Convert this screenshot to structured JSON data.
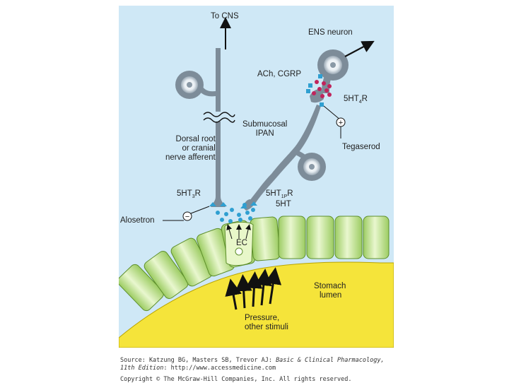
{
  "diagram": {
    "labels": {
      "to_cns": "To CNS",
      "ens_neuron": "ENS neuron",
      "ach_cgrp": "ACh, CGRP",
      "r_5ht4": [
        "5HT",
        "4",
        "R"
      ],
      "tegaserod": "Tegaserod",
      "submucosal_ipan": [
        "Submucosal",
        "IPAN"
      ],
      "dorsal_root": [
        "Dorsal root",
        "or cranial",
        "nerve afferent"
      ],
      "r_5ht3": [
        "5HT",
        "3",
        "R"
      ],
      "r_5ht1p": [
        "5HT",
        "1P",
        "R"
      ],
      "ht5": "5HT",
      "alosetron": "Alosetron",
      "ec": "EC",
      "stomach_lumen": [
        "Stomach",
        "lumen"
      ],
      "pressure": [
        "Pressure,",
        "other stimuli"
      ]
    },
    "symbols": {
      "agonist": "+",
      "antagonist": "−"
    },
    "colors": {
      "background": "#cfe8f6",
      "neuron": "#7d8c99",
      "lumen": "#f5e43a",
      "epithelium": "#bfe28a",
      "serotonin_dots": "#2f9fd1",
      "ach_dots": "#c0245c"
    }
  },
  "caption": {
    "line1_plain": "Source: Katzung BG, Masters SB, Trevor AJ: ",
    "line1_italic": "Basic & Clinical Pharmacology,",
    "line2_italic": "11th Edition",
    "line2_plain": ": http://www.accessmedicine.com",
    "copyright": "Copyright © The McGraw-Hill Companies, Inc. All rights reserved."
  }
}
